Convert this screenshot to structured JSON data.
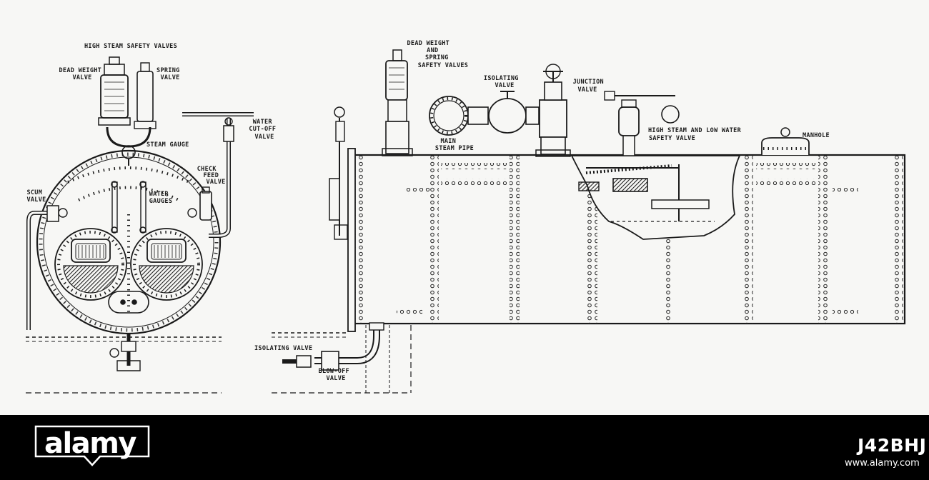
{
  "figure": {
    "labels": {
      "high_steam_safety_valves": "HIGH STEAM SAFETY VALVES",
      "dead_weight_valve": [
        "DEAD WEIGHT",
        "VALVE"
      ],
      "spring_valve": [
        "SPRING",
        "VALVE"
      ],
      "steam_gauge": "STEAM GAUGE",
      "water_cutoff_valve": [
        "WATER",
        "CUT-OFF",
        "VALVE"
      ],
      "check_feed_valve": [
        "CHECK",
        "FEED",
        "VALVE"
      ],
      "scum_valve": [
        "SCUM",
        "VALVE"
      ],
      "water_gauges": [
        "WATER",
        "GAUGES"
      ],
      "dead_weight_spring_safety": [
        "DEAD WEIGHT",
        "AND",
        "SPRING",
        "SAFETY VALVES"
      ],
      "isolating_valve_top": [
        "ISOLATING",
        "VALVE"
      ],
      "junction_valve": [
        "JUNCTION",
        "VALVE"
      ],
      "main_steam_pipe": [
        "MAIN",
        "STEAM PIPE"
      ],
      "high_low_water_safety": [
        "HIGH STEAM AND LOW WATER",
        "SAFETY VALVE"
      ],
      "manhole": "MANHOLE",
      "isolating_valve_bottom": "ISOLATING VALVE",
      "blow_off_valve": [
        "BLOW-OFF",
        "VALVE"
      ]
    }
  },
  "watermark": {
    "brand": "alamy",
    "image_id": "J42BHJ",
    "url": "www.alamy.com"
  }
}
